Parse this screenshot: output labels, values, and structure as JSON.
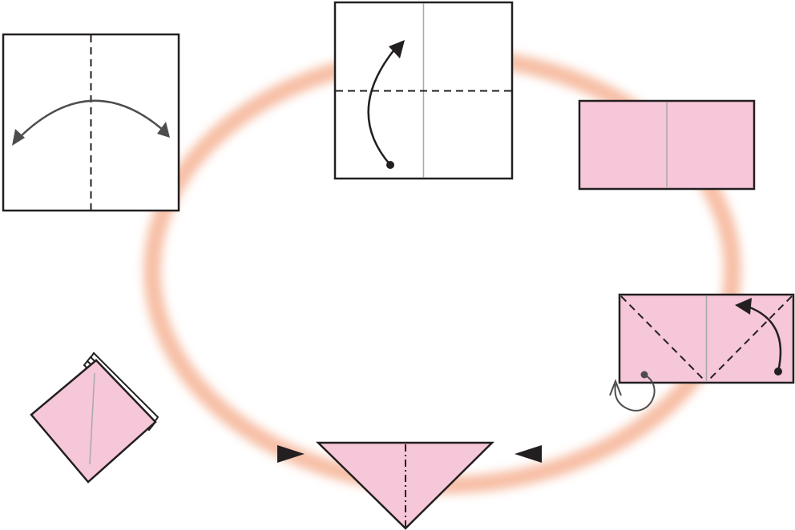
{
  "colors": {
    "paper_pink": "#f6c6d9",
    "paper_white": "#ffffff",
    "outline": "#231f20",
    "crease": "#a9a9a9",
    "arrow_grey": "#4d4d4d",
    "flow_ring": "#f4a987",
    "background": "#ffffff"
  },
  "steps": [
    {
      "id": "step-1",
      "fold": "valley-fold-vertical-and-unfold",
      "paper": "white",
      "symbols": [
        "dashed-valley-line",
        "double-headed-curved-arrow"
      ]
    },
    {
      "id": "step-2",
      "fold": "valley-fold-bottom-to-top",
      "paper": "white",
      "symbols": [
        "crease-line",
        "dashed-valley-line",
        "curved-fold-arrow"
      ]
    },
    {
      "id": "step-3",
      "fold": "result-rectangle",
      "paper": "pink",
      "symbols": [
        "crease-line"
      ]
    },
    {
      "id": "step-4",
      "fold": "valley-fold-corners-down",
      "paper": "pink",
      "symbols": [
        "crease-line",
        "dashed-valley-lines",
        "curved-fold-arrow",
        "fold-behind-arrow"
      ]
    },
    {
      "id": "step-5",
      "fold": "squash-sides-in",
      "paper": "pink",
      "symbols": [
        "mountain-dash-dot-line",
        "push-arrows"
      ]
    },
    {
      "id": "step-6",
      "fold": "result-square-base",
      "paper": "pink",
      "symbols": [
        "crease-line",
        "layered-flaps"
      ]
    }
  ],
  "icons": [
    "double-arrow-icon",
    "fold-arrow-icon",
    "fold-behind-icon",
    "push-arrow-icon"
  ]
}
